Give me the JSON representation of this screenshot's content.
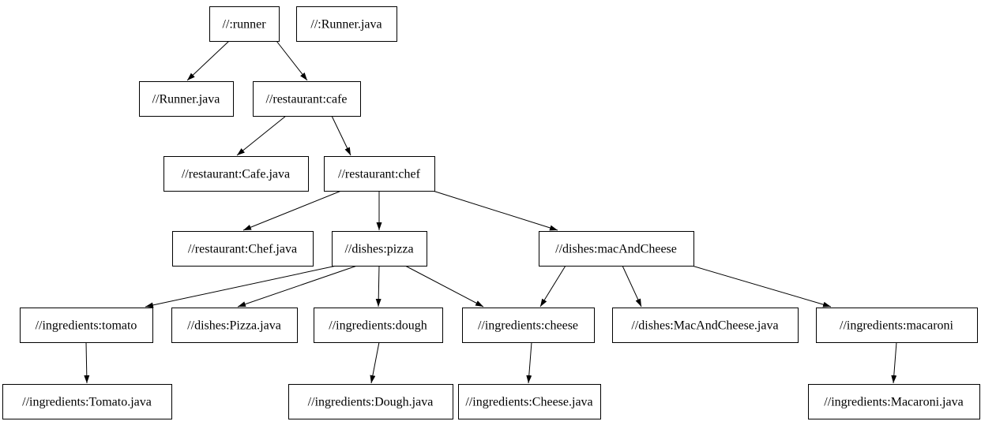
{
  "page": {
    "background_color": "#ffffff",
    "kind": "build-dependency-graph"
  },
  "graph": {
    "node_fill_color": "#ffffff",
    "node_border_color": "#000000",
    "node_text_color": "#000000",
    "edge_color": "#000000",
    "nodes": [
      {
        "id": "runner",
        "label": "//:runner"
      },
      {
        "id": "runner-java-src",
        "label": "//:Runner.java"
      },
      {
        "id": "runner-java",
        "label": "//Runner.java"
      },
      {
        "id": "cafe",
        "label": "//restaurant:cafe"
      },
      {
        "id": "cafe-java",
        "label": "//restaurant:Cafe.java"
      },
      {
        "id": "chef",
        "label": "//restaurant:chef"
      },
      {
        "id": "chef-java",
        "label": "//restaurant:Chef.java"
      },
      {
        "id": "pizza",
        "label": "//dishes:pizza"
      },
      {
        "id": "mac-and-cheese",
        "label": "//dishes:macAndCheese"
      },
      {
        "id": "tomato",
        "label": "//ingredients:tomato"
      },
      {
        "id": "pizza-java",
        "label": "//dishes:Pizza.java"
      },
      {
        "id": "dough",
        "label": "//ingredients:dough"
      },
      {
        "id": "cheese",
        "label": "//ingredients:cheese"
      },
      {
        "id": "mac-and-cheese-java",
        "label": "//dishes:MacAndCheese.java"
      },
      {
        "id": "macaroni",
        "label": "//ingredients:macaroni"
      },
      {
        "id": "tomato-java",
        "label": "//ingredients:Tomato.java"
      },
      {
        "id": "dough-java",
        "label": "//ingredients:Dough.java"
      },
      {
        "id": "cheese-java",
        "label": "//ingredients:Cheese.java"
      },
      {
        "id": "macaroni-java",
        "label": "//ingredients:Macaroni.java"
      }
    ],
    "edges": [
      {
        "from": "runner",
        "to": "runner-java"
      },
      {
        "from": "runner",
        "to": "cafe"
      },
      {
        "from": "cafe",
        "to": "cafe-java"
      },
      {
        "from": "cafe",
        "to": "chef"
      },
      {
        "from": "chef",
        "to": "chef-java"
      },
      {
        "from": "chef",
        "to": "pizza"
      },
      {
        "from": "chef",
        "to": "mac-and-cheese"
      },
      {
        "from": "pizza",
        "to": "tomato"
      },
      {
        "from": "pizza",
        "to": "pizza-java"
      },
      {
        "from": "pizza",
        "to": "dough"
      },
      {
        "from": "pizza",
        "to": "cheese"
      },
      {
        "from": "mac-and-cheese",
        "to": "cheese"
      },
      {
        "from": "mac-and-cheese",
        "to": "mac-and-cheese-java"
      },
      {
        "from": "mac-and-cheese",
        "to": "macaroni"
      },
      {
        "from": "tomato",
        "to": "tomato-java"
      },
      {
        "from": "dough",
        "to": "dough-java"
      },
      {
        "from": "cheese",
        "to": "cheese-java"
      },
      {
        "from": "macaroni",
        "to": "macaroni-java"
      }
    ]
  }
}
